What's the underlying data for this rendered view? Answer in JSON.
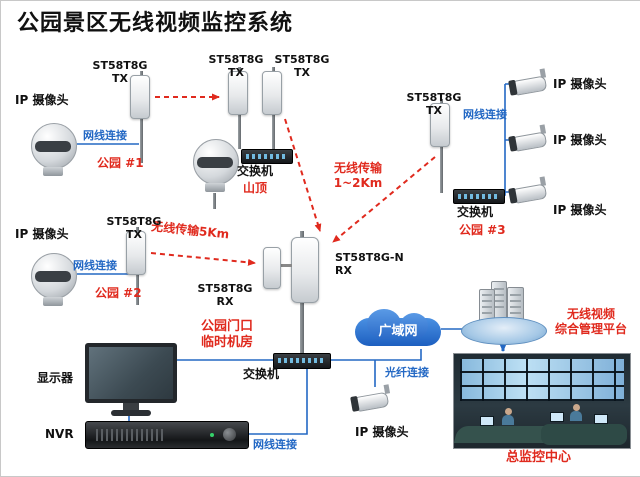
{
  "title": "公园景区无线视频监控系统",
  "colors": {
    "red": "#e02a1e",
    "blue": "#2368c4"
  },
  "site1": {
    "bridge": "ST58T8G TX",
    "camera": "IP 摄像头",
    "cable": "网线连接",
    "name": "公园 #1"
  },
  "hilltop": {
    "bridge_left": "ST58T8G TX",
    "bridge_right": "ST58T8G TX",
    "switch": "交换机",
    "name": "山顶"
  },
  "site2": {
    "bridge": "ST58T8G TX",
    "camera": "IP 摄像头",
    "cable": "网线连接",
    "name": "公园 #2"
  },
  "site3": {
    "bridge": "ST58T8G TX",
    "cable": "网线连接",
    "cameras": [
      "IP 摄像头",
      "IP 摄像头",
      "IP 摄像头"
    ],
    "switch": "交换机",
    "name": "公园 #3"
  },
  "wireless": {
    "link_1_2km": "无线传输\n1~2Km",
    "link_5km": "无线传输5Km"
  },
  "receiver": {
    "rx_n": "ST58T8G-N\nRX",
    "rx": "ST58T8G\nRX"
  },
  "room": {
    "name": "公园门口\n临时机房",
    "monitor": "显示器",
    "nvr": "NVR",
    "switch": "交换机",
    "camera": "IP 摄像头",
    "cable": "网线连接",
    "fiber": "光纤连接"
  },
  "wan": {
    "label": "广域网"
  },
  "platform": {
    "label": "无线视频\n综合管理平台"
  },
  "control": {
    "label": "总监控中心"
  }
}
